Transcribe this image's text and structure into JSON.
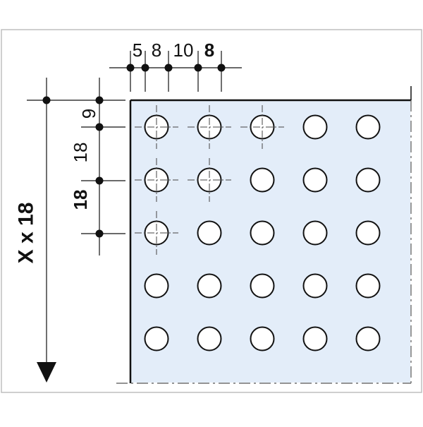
{
  "diagram": {
    "colors": {
      "frame": "#bfbfbf",
      "plate_fill": "#e3edf9",
      "plate_edge": "#111111",
      "line": "#111111",
      "hole_fill": "#ffffff"
    },
    "top_dimensions": [
      {
        "label": "5",
        "bold": false
      },
      {
        "label": "8",
        "bold": false
      },
      {
        "label": "10",
        "bold": false
      },
      {
        "label": "8",
        "bold": true
      }
    ],
    "side_dimensions": [
      {
        "label": "9",
        "bold": false
      },
      {
        "label": "18",
        "bold": false
      },
      {
        "label": "18",
        "bold": true
      }
    ],
    "length_label": "X x 18",
    "hole_grid": {
      "rows": 5,
      "columns": 5
    },
    "crosshair_holes": [
      [
        0,
        0
      ],
      [
        0,
        1
      ],
      [
        0,
        2
      ],
      [
        1,
        0
      ],
      [
        1,
        1
      ],
      [
        2,
        0
      ]
    ]
  }
}
